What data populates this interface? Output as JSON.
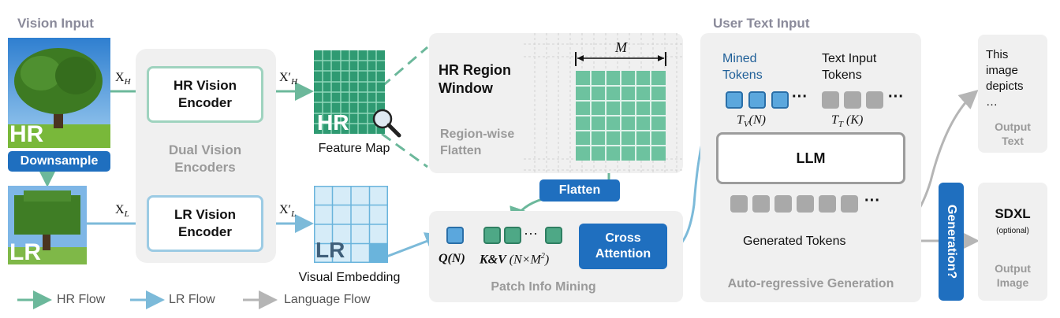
{
  "vision_input": {
    "title": "Vision Input",
    "hr_tag": "HR",
    "lr_tag": "LR",
    "downsample": "Downsample"
  },
  "labels": {
    "x_h": "X",
    "x_h_sub": "H",
    "x_l": "X",
    "x_l_sub": "L",
    "xp_h": "X′",
    "xp_h_sub": "H",
    "xp_l": "X′",
    "xp_l_sub": "L"
  },
  "encoders": {
    "hr": "HR Vision Encoder",
    "lr": "LR Vision Encoder",
    "group": "Dual Vision Encoders"
  },
  "feature_map": {
    "tag": "HR",
    "caption": "Feature Map"
  },
  "visual_embedding": {
    "tag": "LR",
    "caption": "Visual Embedding"
  },
  "hr_region": {
    "title_1": "HR Region",
    "title_2": "Window",
    "m_label": "M",
    "flatten_desc_1": "Region-wise",
    "flatten_desc_2": "Flatten"
  },
  "flatten_button": "Flatten",
  "patch_mining": {
    "q_label": "Q(N)",
    "kv_label_bold": "K&V",
    "kv_label_rest": "(N×M",
    "kv_sup": "2",
    "kv_close": ")",
    "ellipsis": "···",
    "cross_attention_1": "Cross",
    "cross_attention_2": "Attention",
    "title": "Patch Info Mining"
  },
  "user_text_input": "User Text Input",
  "autoregressive": {
    "mined_tokens_1": "Mined",
    "mined_tokens_2": "Tokens",
    "text_tokens_1": "Text Input",
    "text_tokens_2": "Tokens",
    "tv_label": "T",
    "tv_sub": "V",
    "tv_arg": "(N)",
    "tt_label": "T",
    "tt_sub": "T",
    "tt_arg": "(K)",
    "dots": "···",
    "llm": "LLM",
    "generated": "Generated Tokens",
    "title": "Auto-regressive Generation"
  },
  "generation_button": "Generation?",
  "output_text": {
    "content_1": "This",
    "content_2": "image",
    "content_3": "depicts",
    "content_4": "…",
    "label_1": "Output",
    "label_2": "Text"
  },
  "output_image": {
    "title": "SDXL",
    "subtitle": "(optional)",
    "label_1": "Output",
    "label_2": "Image"
  },
  "legend": {
    "hr_flow": "HR Flow",
    "lr_flow": "LR Flow",
    "language_flow": "Language Flow"
  },
  "colors": {
    "hr_green": "#4ea886",
    "lr_blue": "#7cbad9",
    "language_grey": "#b5b5b5",
    "accent_blue": "#1f6fbf"
  }
}
